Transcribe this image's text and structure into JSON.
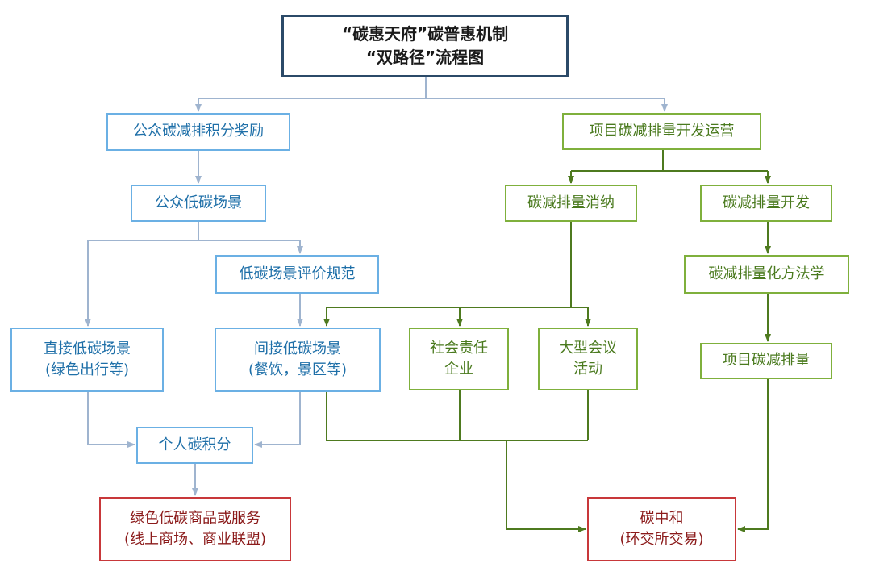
{
  "title": {
    "line1": "“碳惠天府”碳普惠机制",
    "line2": "“双路径”流程图"
  },
  "left": {
    "reward": "公众碳减排积分奖励",
    "scene": "公众低碳场景",
    "standard": "低碳场景评价规范",
    "direct": {
      "line1": "直接低碳场景",
      "line2": "(绿色出行等)"
    },
    "indirect": {
      "line1": "间接低碳场景",
      "line2": "(餐饮，景区等)"
    },
    "personal": "个人碳积分",
    "goods": {
      "line1": "绿色低碳商品或服务",
      "line2": "(线上商场、商业联盟)"
    }
  },
  "right": {
    "project": "项目碳减排量开发运营",
    "absorb": "碳减排量消纳",
    "develop": "碳减排量开发",
    "methodology": "碳减排量化方法学",
    "quota": "项目碳减排量",
    "csr": {
      "line1": "社会责任",
      "line2": "企业"
    },
    "event": {
      "line1": "大型会议",
      "line2": "活动"
    },
    "neutral": {
      "line1": "碳中和",
      "line2": "(环交所交易)"
    }
  },
  "colors": {
    "title": "#2b4a68",
    "blue": "#6bb0e4",
    "blue_text": "#1e6fa8",
    "green": "#7fb03c",
    "green_text": "#4a7a1e",
    "red": "#c8383a"
  }
}
